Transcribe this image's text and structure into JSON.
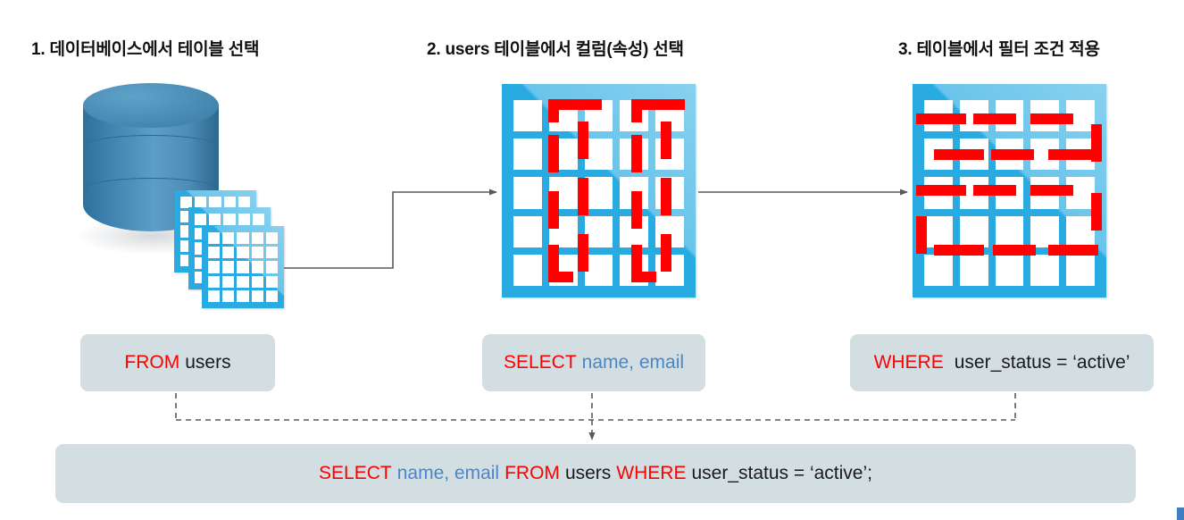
{
  "diagram": {
    "title_step1": "1. 데이터베이스에서 테이블 선택",
    "title_step2": "2. users 테이블에서 컬럼(속성) 선택",
    "title_step3": "3. 테이블에서 필터 조건 적용",
    "colors": {
      "grid_blue": "#29abe2",
      "cylinder_blue": "#4a8cb6",
      "mark_red": "#ff0000",
      "chip_bg": "#d3dee2",
      "keyword_red": "#ff0000",
      "column_blue": "#4a86c8",
      "plain_black": "#1a1a1a",
      "connector_gray": "#595959"
    },
    "icons": {
      "database": "database-cylinder-icon",
      "table_stack": "table-stack-icon",
      "table_columns": "table-column-selection-icon",
      "table_rows": "table-row-filter-icon"
    }
  },
  "chips": {
    "chip1": {
      "keyword": "FROM",
      "plain": "users"
    },
    "chip2": {
      "keyword": "SELECT",
      "columns": "name, email"
    },
    "chip3": {
      "keyword": "WHERE",
      "plain": "user_status = ‘active’"
    }
  },
  "final_query": {
    "kw_select": "SELECT",
    "columns": "name, email",
    "kw_from": "FROM",
    "table": "users",
    "kw_where": "WHERE",
    "condition": "user_status = ‘active’;"
  },
  "flow": {
    "arrow1": "arrow-table-stack-to-columns",
    "arrow2": "arrow-columns-to-filter",
    "merge_arrow": "dashed-merge-arrow-to-final-query"
  }
}
